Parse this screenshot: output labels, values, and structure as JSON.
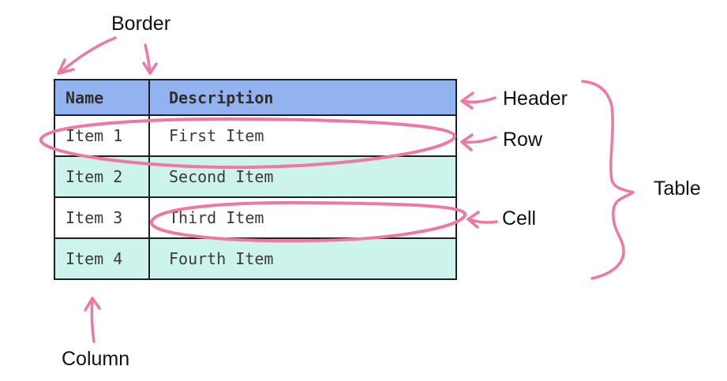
{
  "table": {
    "columns": [
      "Name",
      "Description"
    ],
    "rows": [
      [
        "Item 1",
        "First Item"
      ],
      [
        "Item 2",
        "Second Item"
      ],
      [
        "Item 3",
        "Third Item"
      ],
      [
        "Item 4",
        "Fourth Item"
      ]
    ]
  },
  "labels": {
    "border": "Border",
    "header": "Header",
    "row": "Row",
    "cell": "Cell",
    "table": "Table",
    "column": "Column"
  },
  "colors": {
    "header_bg": "#93B2F0",
    "row_alt_bg": "#CDF4EC",
    "annotation_pink": "#F0789E",
    "table_border": "#1F1F1F",
    "cell_text": "#3A3A3A",
    "label_text": "#111111"
  }
}
